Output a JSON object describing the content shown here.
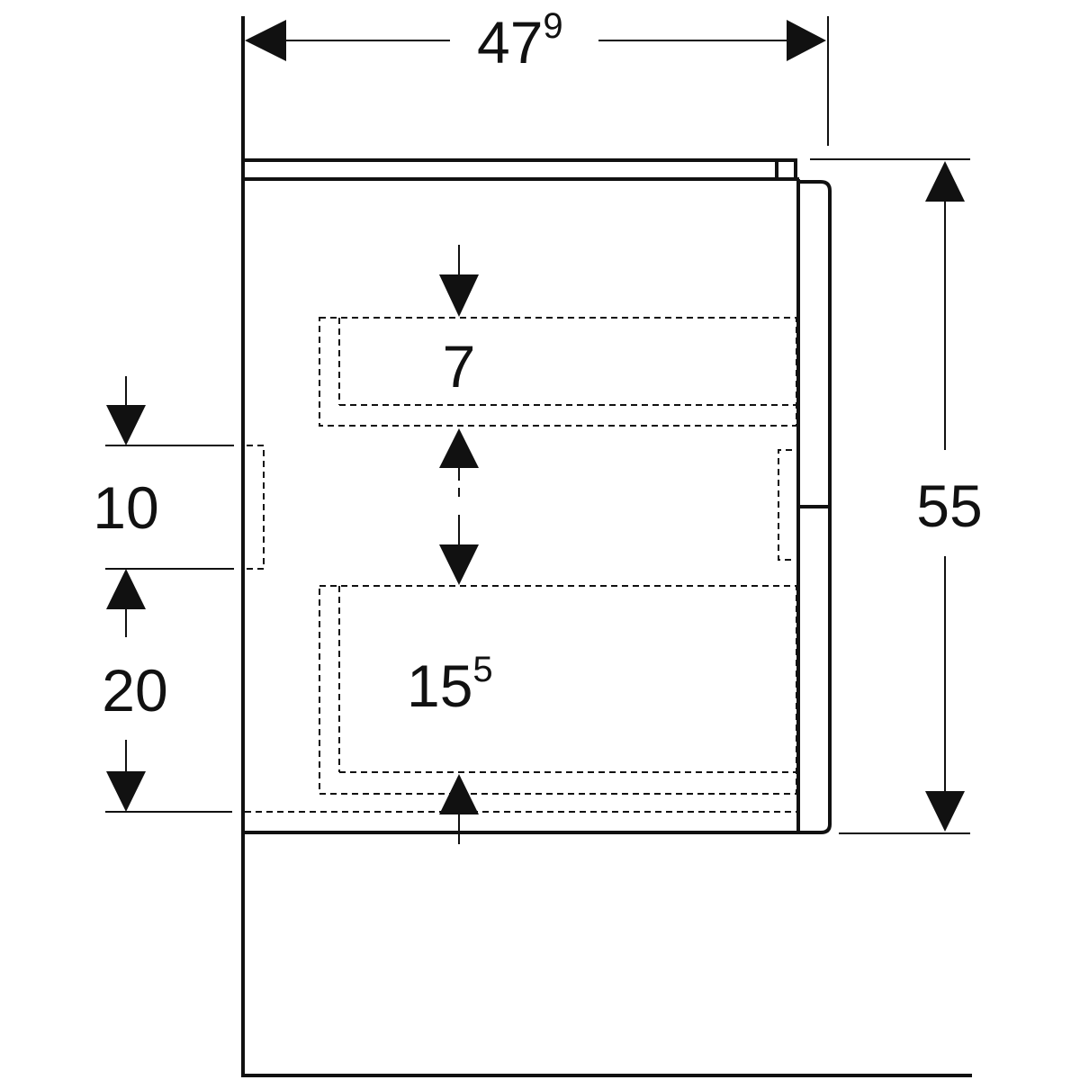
{
  "dimensions": {
    "width": {
      "main": "47",
      "sup": "9"
    },
    "height": {
      "main": "55"
    },
    "upper_drawer": {
      "main": "7"
    },
    "lower_drawer": {
      "main": "15",
      "sup": "5"
    },
    "siphon_height": {
      "main": "10"
    },
    "floor_clearance": {
      "main": "20"
    }
  },
  "colors": {
    "line": "#111111",
    "background": "#ffffff"
  }
}
